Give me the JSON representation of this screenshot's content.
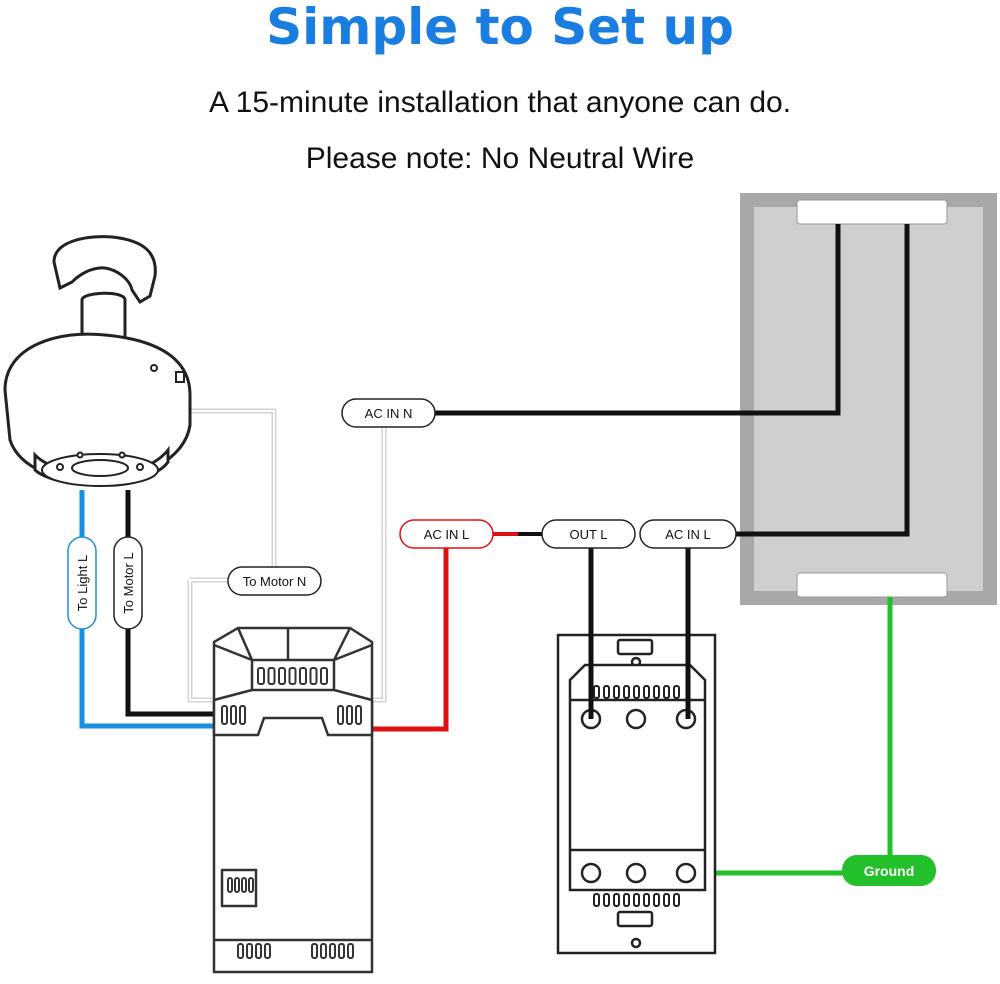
{
  "header": {
    "title": "Simple to Set up",
    "line1": "A 15-minute installation that anyone can do.",
    "line2": "Please note: No Neutral Wire"
  },
  "labels": {
    "ac_in_n": "AC IN N",
    "ac_in_l_red": "AC IN L",
    "out_l": "OUT L",
    "ac_in_l": "AC IN L",
    "to_motor_n": "To Motor N",
    "to_light_l": "To Light L",
    "to_motor_l": "To Motor L",
    "ground": "Ground"
  },
  "colors": {
    "title": "#1a7ee0",
    "light_wire": "#1a8fe0",
    "red_wire": "#e01010",
    "ground_wire": "#22c02a",
    "black_wire": "#111111",
    "panel_outer": "#a8a8a8",
    "panel_inner": "#cfcfcf"
  }
}
